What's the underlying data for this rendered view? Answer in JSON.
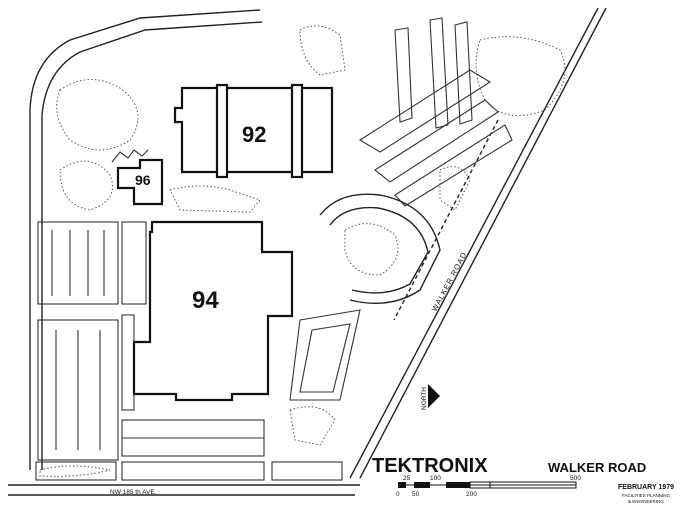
{
  "map": {
    "buildings": [
      {
        "id": "92",
        "label": "92"
      },
      {
        "id": "94",
        "label": "94"
      },
      {
        "id": "96",
        "label": "96"
      }
    ],
    "road_labels": {
      "walker_road": "WALKER ROAD",
      "avenue": "NW 185 th AVE."
    },
    "north_label": "NORTH",
    "title": {
      "brand": "TEKTRONIX",
      "place": "WALKER ROAD"
    },
    "scale_bar": {
      "ticks_top": [
        "25",
        "100",
        "500"
      ],
      "ticks_bottom": [
        "0",
        "50",
        "200"
      ]
    },
    "date": "FEBRUARY 1979",
    "credit_line1": "FACILITIES PLANNING",
    "credit_line2": "& ENGINEERING"
  }
}
